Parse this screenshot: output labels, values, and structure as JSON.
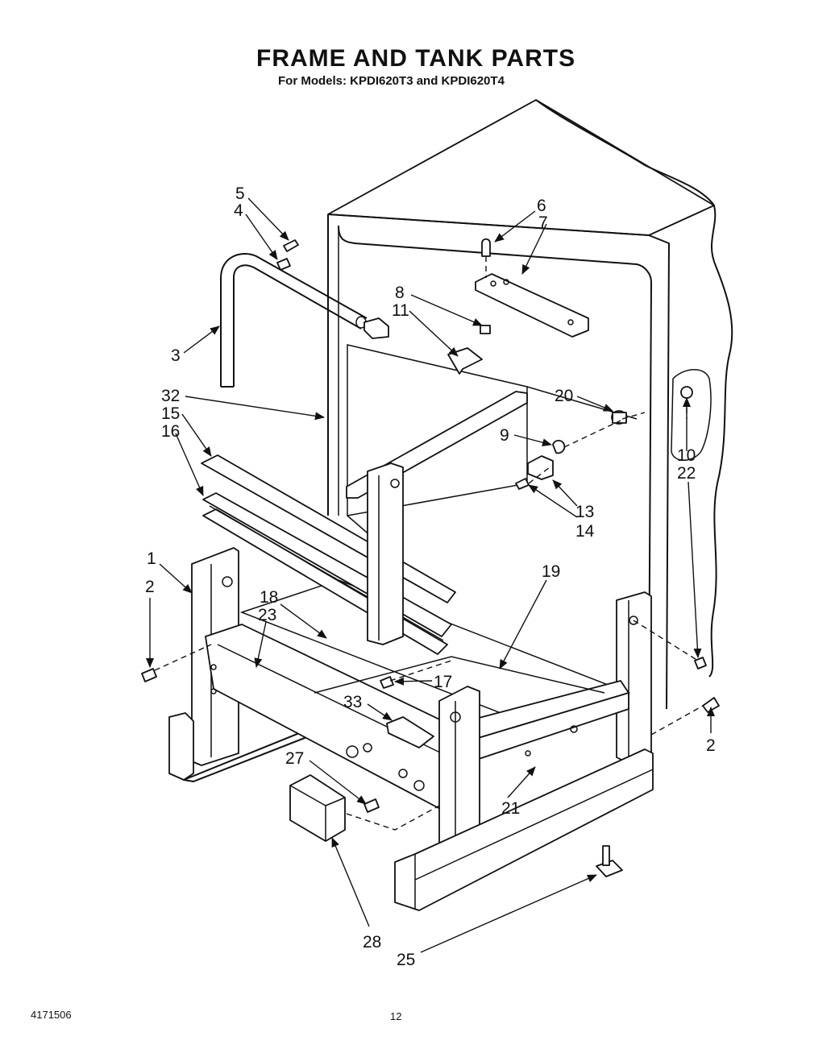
{
  "header": {
    "title": "FRAME AND TANK PARTS",
    "subtitle": "For Models: KPDI620T3 and KPDI620T4"
  },
  "footer": {
    "doc_number": "4171506",
    "page_number": "12"
  },
  "callouts": [
    "5",
    "4",
    "6",
    "7",
    "8",
    "11",
    "3",
    "32",
    "15",
    "16",
    "20",
    "9",
    "10",
    "22",
    "13",
    "14",
    "1",
    "2",
    "19",
    "18",
    "23",
    "17",
    "33",
    "2",
    "27",
    "21",
    "28",
    "25"
  ]
}
